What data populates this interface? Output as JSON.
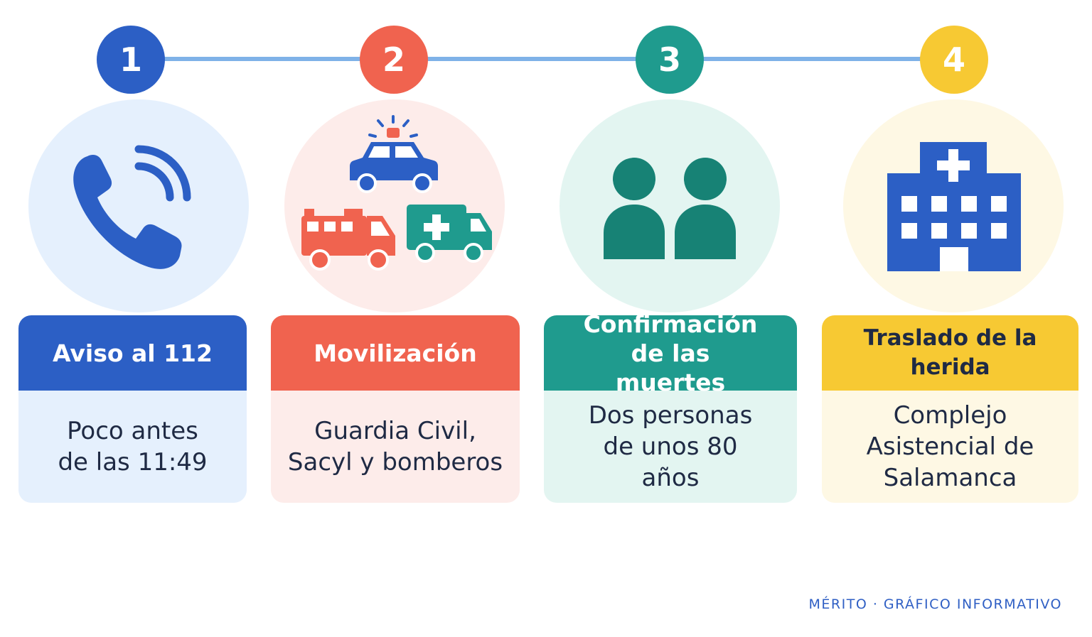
{
  "steps": [
    {
      "number": "1",
      "title": "Aviso al 112",
      "body": "Poco antes de las 11:49",
      "icon": "phone-icon",
      "color": "#2c5fc5",
      "tint": "#e5f0fd",
      "title_color": "#ffffff"
    },
    {
      "number": "2",
      "title": "Movilización",
      "body": "Guardia Civil, Sacyl y bomberos",
      "icon": "emergency-vehicles-icon",
      "color": "#f0634f",
      "tint": "#fdecea",
      "title_color": "#ffffff"
    },
    {
      "number": "3",
      "title": "Confirmación de las muertes",
      "body": "Dos personas de unos 80 años",
      "icon": "two-people-icon",
      "color": "#1f9b8e",
      "tint": "#e3f5f1",
      "title_color": "#ffffff"
    },
    {
      "number": "4",
      "title": "Traslado de la herida",
      "body": "Complejo Asistencial de Salamanca",
      "icon": "hospital-icon",
      "color": "#f7c933",
      "tint": "#fef8e4",
      "title_color": "#1f2a44"
    }
  ],
  "footer": "MÉRITO · GRÁFICO INFORMATIVO"
}
